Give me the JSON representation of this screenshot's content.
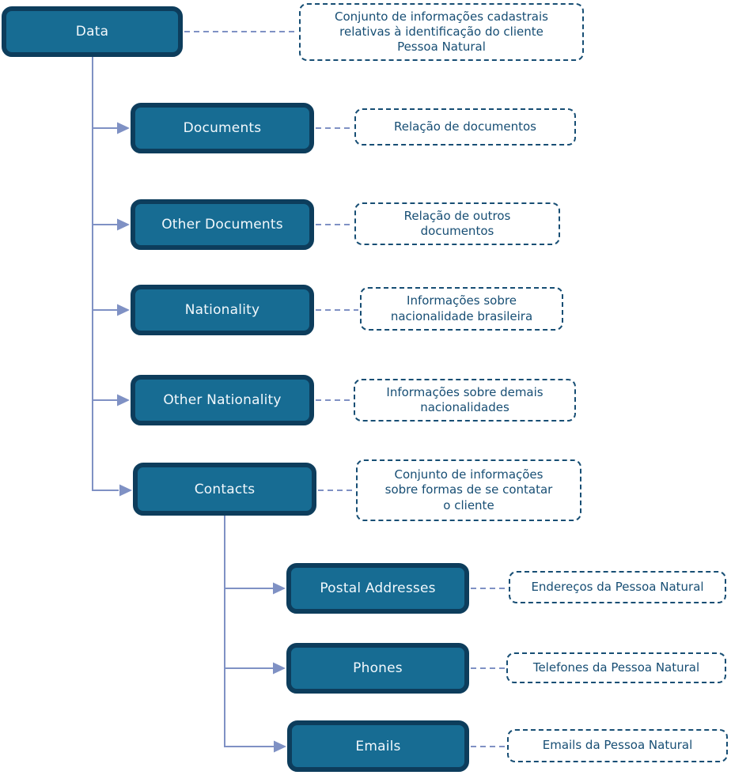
{
  "diagram": {
    "type": "tree",
    "colors": {
      "node_fill": "#176c93",
      "node_border": "#0d3d5c",
      "node_text": "#f2f8fc",
      "connector": "#7f91c4",
      "annotation_text": "#174e74",
      "annotation_border": "#174e74",
      "background": "#ffffff"
    },
    "nodes": {
      "data": {
        "label": "Data",
        "annotation": "Conjunto de informações cadastrais\nrelativas à identificação do cliente\nPessoa Natural"
      },
      "documents": {
        "label": "Documents",
        "annotation": "Relação de documentos"
      },
      "other_documents": {
        "label": "Other Documents",
        "annotation": "Relação de outros\ndocumentos"
      },
      "nationality": {
        "label": "Nationality",
        "annotation": "Informações sobre\nnacionalidade brasileira"
      },
      "other_nationality": {
        "label": "Other Nationality",
        "annotation": "Informações sobre demais\nnacionalidades"
      },
      "contacts": {
        "label": "Contacts",
        "annotation": "Conjunto de informações\nsobre formas de se contatar\no cliente"
      },
      "postal_addresses": {
        "label": "Postal Addresses",
        "annotation": "Endereços da Pessoa Natural"
      },
      "phones": {
        "label": "Phones",
        "annotation": "Telefones da Pessoa Natural"
      },
      "emails": {
        "label": "Emails",
        "annotation": "Emails da Pessoa Natural"
      }
    },
    "hierarchy": {
      "root": "Data",
      "children_of_data": [
        "Documents",
        "Other Documents",
        "Nationality",
        "Other Nationality",
        "Contacts"
      ],
      "children_of_contacts": [
        "Postal Addresses",
        "Phones",
        "Emails"
      ]
    }
  }
}
